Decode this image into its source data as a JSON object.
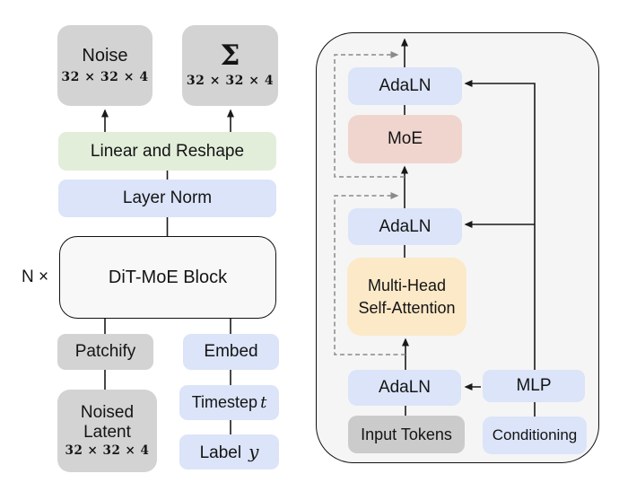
{
  "colors": {
    "gray_box": "#d3d3d3",
    "input_tokens_box": "#cbcbcb",
    "blue_box": "#dbe4f8",
    "green_box": "#e2eeda",
    "pink_box": "#f0d5cf",
    "orange_box": "#fce9c8",
    "panel_bg": "#f5f5f5",
    "block_bg": "#f8f8f8",
    "wire": "#1a1a1a",
    "dashed_wire": "#8a8a8a"
  },
  "left": {
    "repeat_label": "N ×",
    "noise": {
      "title": "Noise",
      "dims": "32 × 32 × 4"
    },
    "sum": {
      "symbol": "Σ",
      "dims": "32 × 32 × 4"
    },
    "linear_reshape_label": "Linear and Reshape",
    "layer_norm_label": "Layer Norm",
    "dit_block_label": "DiT-MoE Block",
    "patchify_label": "Patchify",
    "embed_label": "Embed",
    "noised_latent": {
      "title": "Noised Latent",
      "dims": "32 × 32 × 4"
    },
    "timestep": {
      "text": "Timestep",
      "var": "t"
    },
    "label": {
      "text": "Label",
      "var": "y"
    }
  },
  "right_panel": {
    "adaln_top_label": "AdaLN",
    "moe_label": "MoE",
    "adaln_mid_label": "AdaLN",
    "mhsa_line1": "Multi-Head",
    "mhsa_line2": "Self-Attention",
    "adaln_bottom_label": "AdaLN",
    "mlp_label": "MLP",
    "input_tokens_label": "Input Tokens",
    "conditioning_label": "Conditioning"
  }
}
